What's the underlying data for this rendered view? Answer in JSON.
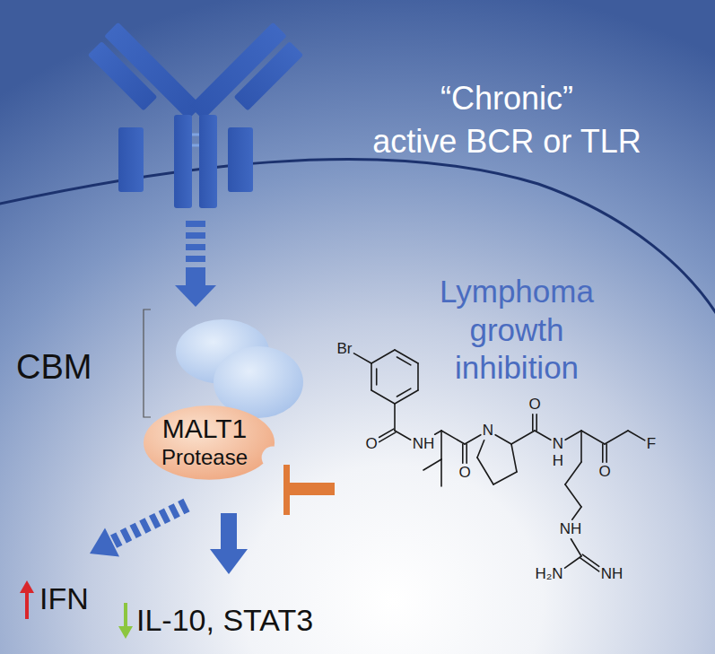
{
  "diagram": {
    "nodes": [
      {
        "text": [
          "MALT1",
          "Protease"
        ]
      }
    ],
    "labels": [
      "“Chronic”",
      "active BCR or TLR",
      "Lymphoma growth inhibition",
      "CBM",
      "IFN",
      "IL-10, STAT3",
      "Br",
      "O",
      "NH",
      "O",
      "N",
      "O",
      "N",
      "H",
      "O",
      "F",
      "NH",
      "H₂N",
      "NH"
    ]
  }
}
